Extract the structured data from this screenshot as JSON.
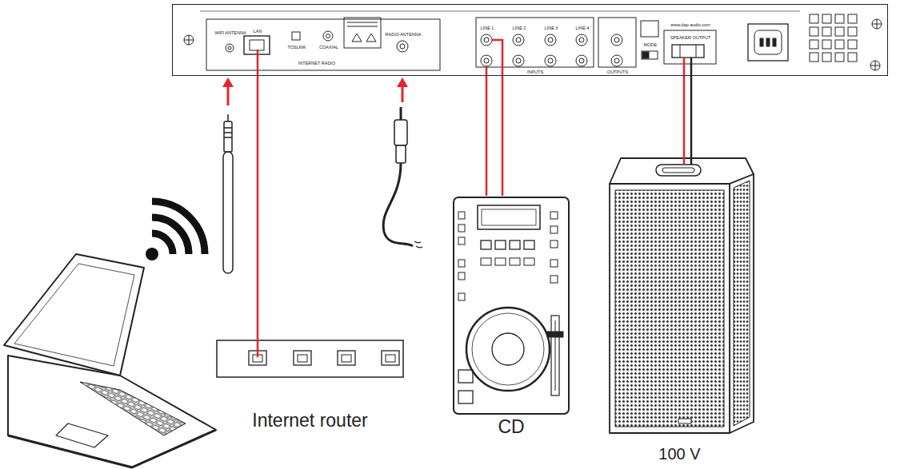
{
  "diagram": {
    "nodes": [
      {
        "text": [
          "WIFI ANTENNA",
          "LAN",
          "TOSLINK",
          "COAXIAL",
          "INTERNET RADIO",
          "RADIO ANTENNA",
          "LINE 1",
          "LINE 2",
          "LINE 3",
          "LINE 4",
          "INPUTS",
          "OUTPUTS",
          "MODE",
          "SPEAKER OUTPUT",
          "www.dap-audio.com"
        ]
      },
      {
        "text": [
          "Internet router"
        ]
      },
      {
        "text": [
          "CD"
        ]
      },
      {
        "text": [
          "100 V"
        ]
      }
    ],
    "edges": [
      {
        "from": 1,
        "to": 0,
        "arrow": "none"
      },
      {
        "from": 2,
        "to": 0,
        "arrow": "none"
      },
      {
        "from": 2,
        "to": 0,
        "arrow": "none"
      },
      {
        "from": 3,
        "to": 0,
        "arrow": "none"
      },
      {
        "from": 3,
        "to": 0,
        "arrow": "none"
      }
    ]
  }
}
